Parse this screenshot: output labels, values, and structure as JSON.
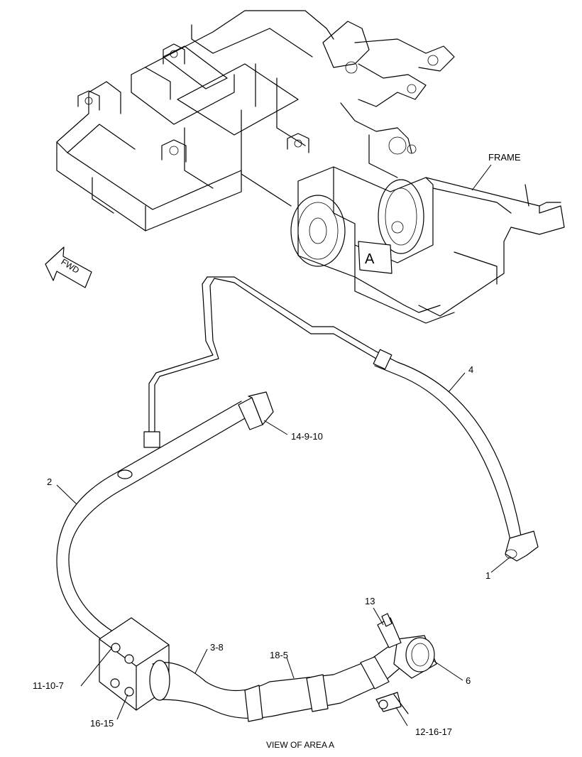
{
  "frame_label": "FRAME",
  "fwd_label": "FWD",
  "view_marker": "A",
  "caption": "VIEW OF AREA A",
  "callouts": [
    {
      "id": "c1",
      "text": "1"
    },
    {
      "id": "c2",
      "text": "2"
    },
    {
      "id": "c3",
      "text": "3-8"
    },
    {
      "id": "c4",
      "text": "4"
    },
    {
      "id": "c6",
      "text": "6"
    },
    {
      "id": "c11",
      "text": "11-10-7"
    },
    {
      "id": "c12",
      "text": "12-16-17"
    },
    {
      "id": "c13",
      "text": "13"
    },
    {
      "id": "c14",
      "text": "14-9-10"
    },
    {
      "id": "c16",
      "text": "16-15"
    },
    {
      "id": "c18",
      "text": "18-5"
    }
  ]
}
